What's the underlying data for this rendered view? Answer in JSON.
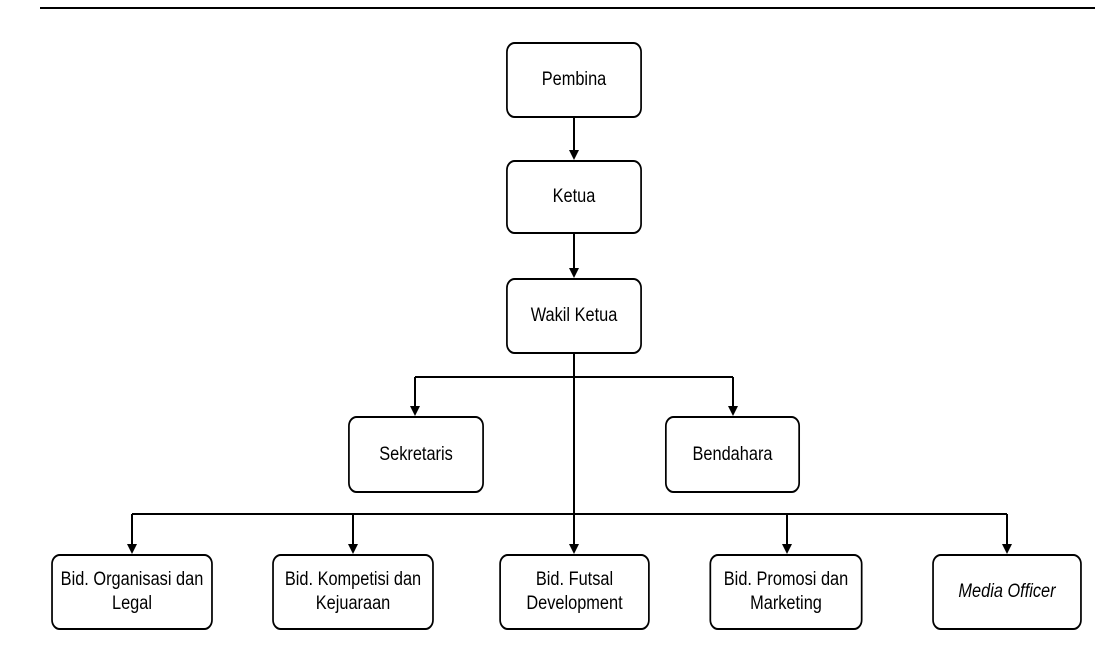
{
  "nodes": {
    "pembina": "Pembina",
    "ketua": "Ketua",
    "wakil_ketua": "Wakil Ketua",
    "sekretaris": "Sekretaris",
    "bendahara": "Bendahara",
    "bid_organisasi": "Bid. Organisasi dan Legal",
    "bid_kompetisi": "Bid. Kompetisi dan Kejuaraan",
    "bid_futsal": "Bid. Futsal Development",
    "bid_promosi": "Bid. Promosi dan Marketing",
    "media_officer": "Media Officer"
  },
  "colors": {
    "stroke": "#000000",
    "background": "#ffffff"
  }
}
